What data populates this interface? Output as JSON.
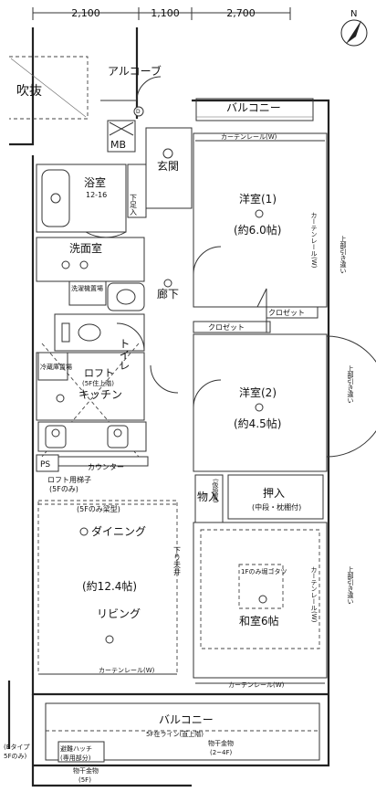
{
  "dimensions": [
    "2,100",
    "1,100",
    "2,700"
  ],
  "compass": "N",
  "rooms": {
    "fukinuke": "吹抜",
    "alcove": "アルコーブ",
    "balcony_top": "バルコニー",
    "mb": "MB",
    "genkan": "玄関",
    "bath": "浴室",
    "bath_size": "12-16",
    "shitaire": "下足入",
    "washroom": "洗面室",
    "washer": "洗濯機置場",
    "rouka": "廊下",
    "toilet": "トイレ",
    "loft": "ロフト",
    "loft_note": "(5F住上階)",
    "kitchen": "キッチン",
    "fridge": "冷蔵庫置場",
    "ps": "PS",
    "counter": "カウンター",
    "loft_ladder": "ロフト用梯子",
    "loft_ladder_note": "(5Fのみ)",
    "beam_note": "(5Fのみ梁型)",
    "dining": "ダイニング",
    "ld_size": "(約12.4帖)",
    "living": "リビング",
    "ceiling_note": "下り天井",
    "youshitsu1": "洋室(1)",
    "youshitsu1_size": "(約6.0帖)",
    "closet_a": "クロゼット",
    "closet_b": "クロゼット",
    "youshitsu2": "洋室(2)",
    "youshitsu2_size": "(約4.5帖)",
    "monoire": "物入",
    "kari_note": "(仮設置)",
    "oshiire": "押入",
    "oshiire_note": "(中段・枕棚付)",
    "washitsu": "和室6帖",
    "kotatsu_note": "1Fのみ堀ゴタツ",
    "balcony_bottom": "バルコニー",
    "balcony_note": "5F在ライン(直上階)",
    "hinan_hatch": "避難ハッチ",
    "hinan_note": "(専用部分)",
    "kanamono_right": "物干金物",
    "kanamono_right_note": "(2~4F)",
    "kanamono_left": "物干金物",
    "kanamono_left_note": "(5F)",
    "b_type": "(Bタイプ",
    "b_type_note": "5Fのみ)"
  },
  "curtain_rail_w": "カーテンレール(W)",
  "curtain_rail_side": "カーテンレール(W)",
  "side_notes": [
    "上部引き違い",
    "上部引き違い",
    "上部引き違い"
  ]
}
